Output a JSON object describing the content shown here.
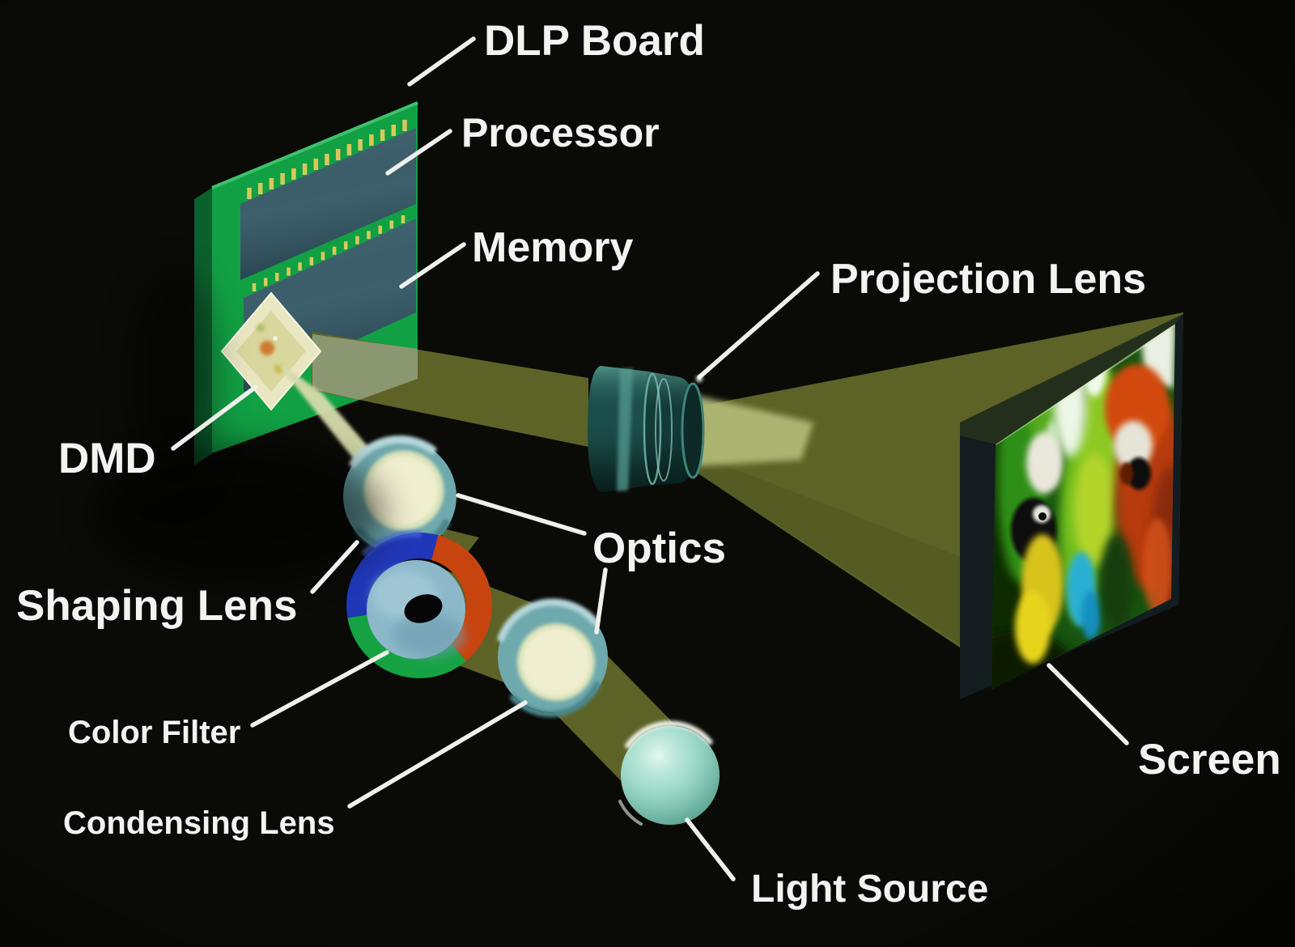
{
  "labels": {
    "dlp_board": "DLP Board",
    "processor": "Processor",
    "memory": "Memory",
    "dmd": "DMD",
    "projection_lens": "Projection Lens",
    "optics": "Optics",
    "shaping_lens": "Shaping Lens",
    "color_filter": "Color Filter",
    "condensing_lens": "Condensing Lens",
    "light_source": "Light Source",
    "screen": "Screen"
  },
  "colors": {
    "background": "#0a0a07",
    "label_text": "#f3f3f1",
    "leader_line": "#efefec",
    "board_green": "#12a044",
    "board_edge_green": "#0b612e",
    "chip_slate": "#3c5f6b",
    "pin_gold": "#d9c85e",
    "beam_olive": "#5d6327",
    "beam_pale": "#d6dcab",
    "beam_exit": "#b9c47e",
    "lens_ring_teal": "#6ea9ad",
    "lens_core_cream": "#efeecf",
    "filter_blue": "#2038b8",
    "filter_red": "#c8440f",
    "filter_green": "#16a243",
    "filter_hub_blue": "#8cb8ca",
    "light_sphere_teal": "#8ed2c2",
    "projection_barrel_teal": "#1c4f4c",
    "screen_frame": "#131c1f"
  }
}
